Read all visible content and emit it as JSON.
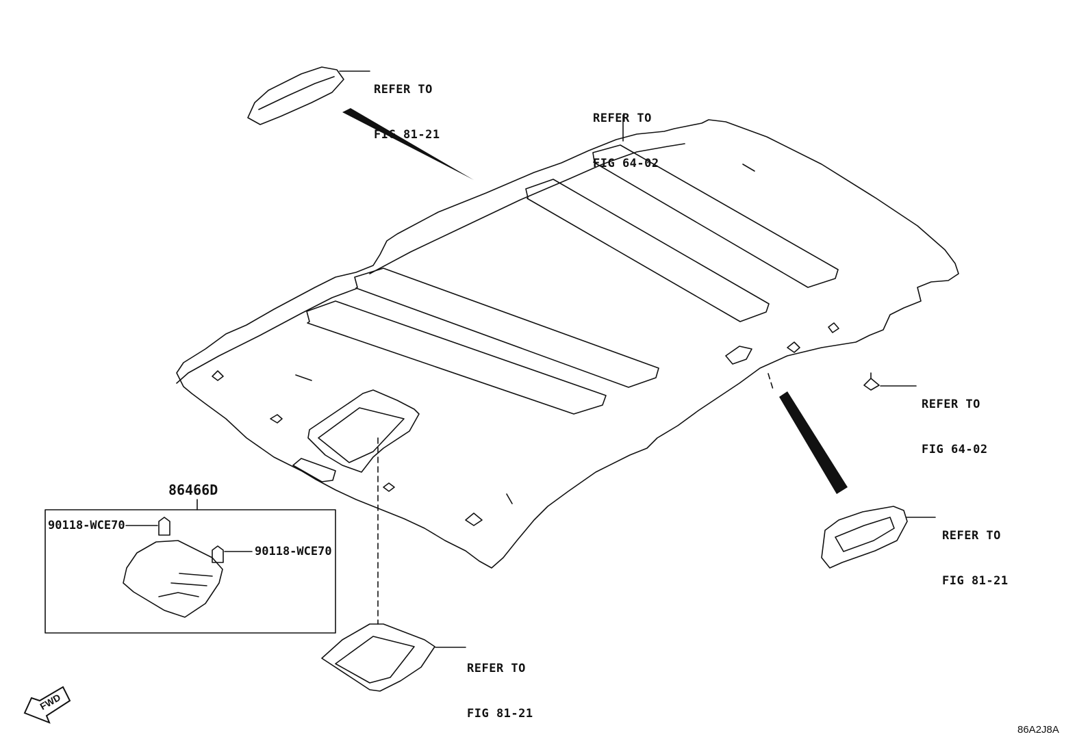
{
  "refs": {
    "top_lamp": [
      "REFER TO",
      "FIG 81-21"
    ],
    "top_edge": [
      "REFER TO",
      "FIG 64-02"
    ],
    "clip": [
      "REFER TO",
      "FIG 64-02"
    ],
    "right_lamp": [
      "REFER TO",
      "FIG 81-21"
    ],
    "bottom_lamp": [
      "REFER TO",
      "FIG 81-21"
    ]
  },
  "parts": {
    "assembly": "86466D",
    "clip_left": "90118-WCE70",
    "clip_right": "90118-WCE70"
  },
  "fwd_label": "FWD",
  "drawing_code": "86A2J8A",
  "colors": {
    "ink": "#111111",
    "paper": "#ffffff"
  }
}
